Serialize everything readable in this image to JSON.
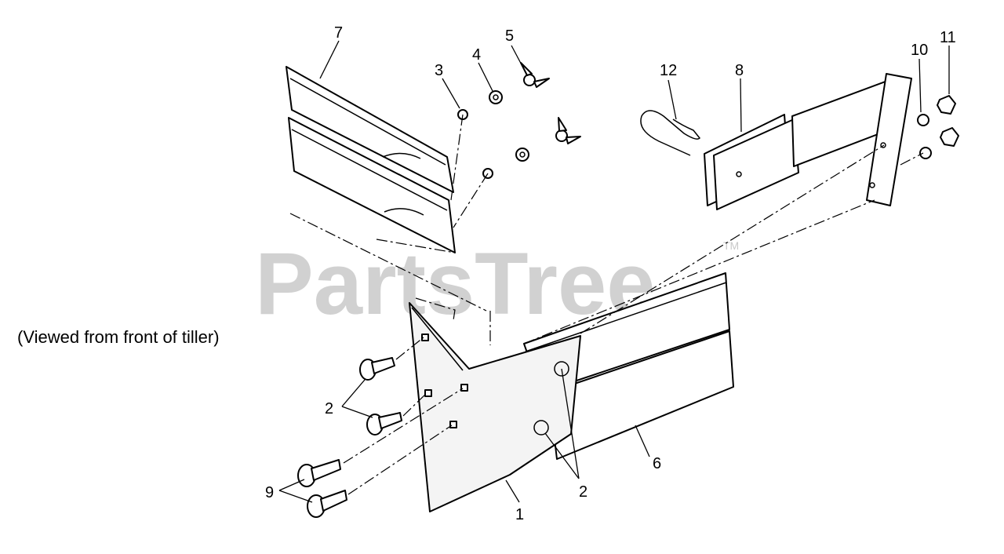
{
  "caption": "(Viewed from front of tiller)",
  "watermark": "PartsTree",
  "trademark": "TM",
  "callouts": [
    {
      "id": "c7",
      "text": "7"
    },
    {
      "id": "c5",
      "text": "5"
    },
    {
      "id": "c4",
      "text": "4"
    },
    {
      "id": "c3",
      "text": "3"
    },
    {
      "id": "c12",
      "text": "12"
    },
    {
      "id": "c8",
      "text": "8"
    },
    {
      "id": "c10",
      "text": "10"
    },
    {
      "id": "c11",
      "text": "11"
    },
    {
      "id": "c2a",
      "text": "2"
    },
    {
      "id": "c2b",
      "text": "2"
    },
    {
      "id": "c9",
      "text": "9"
    },
    {
      "id": "c1",
      "text": "1"
    },
    {
      "id": "c6",
      "text": "6"
    }
  ],
  "colors": {
    "line": "#000000",
    "watermark": "#c9c9c9",
    "background": "#ffffff"
  }
}
